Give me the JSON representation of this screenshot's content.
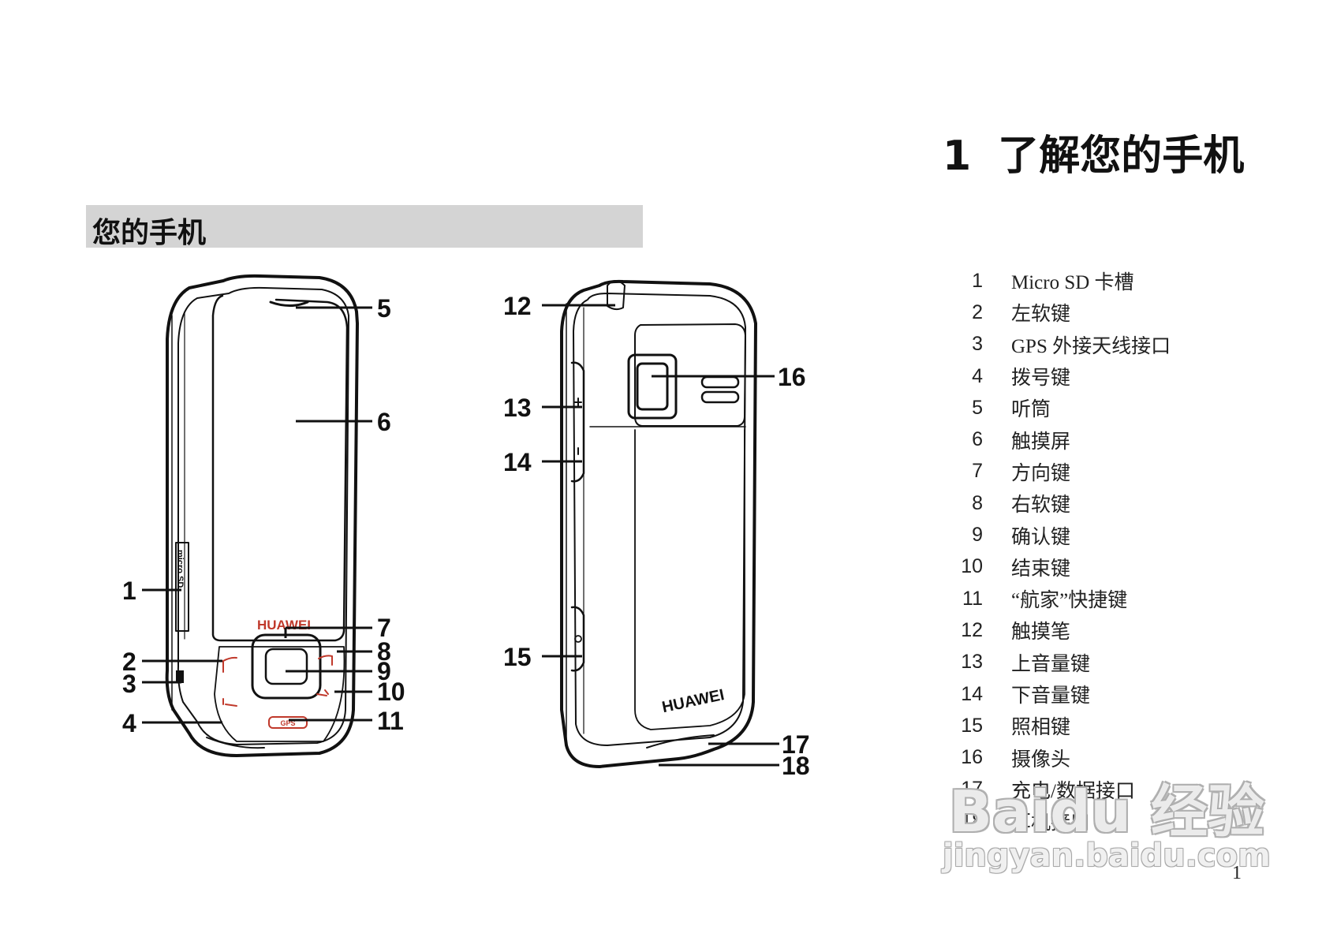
{
  "chapter": {
    "number": "1",
    "title": "了解您的手机"
  },
  "section": {
    "title": "您的手机"
  },
  "front_phone": {
    "brand": "HUAWEI",
    "sd_label": "micro SD",
    "gps_key": "GPS",
    "callouts": [
      "1",
      "2",
      "3",
      "4",
      "5",
      "6",
      "7",
      "8",
      "9",
      "10",
      "11"
    ]
  },
  "back_phone": {
    "brand": "HUAWEI",
    "callouts": [
      "12",
      "13",
      "14",
      "15",
      "16",
      "17",
      "18"
    ]
  },
  "legend": [
    {
      "num": "1",
      "label": "Micro SD  卡槽"
    },
    {
      "num": "2",
      "label": "左软键"
    },
    {
      "num": "3",
      "label": "GPS 外接天线接口"
    },
    {
      "num": "4",
      "label": "拨号键"
    },
    {
      "num": "5",
      "label": "听筒"
    },
    {
      "num": "6",
      "label": "触摸屏"
    },
    {
      "num": "7",
      "label": "方向键"
    },
    {
      "num": "8",
      "label": "右软键"
    },
    {
      "num": "9",
      "label": "确认键"
    },
    {
      "num": "10",
      "label": "结束键"
    },
    {
      "num": "11",
      "label": "“航家”快捷键"
    },
    {
      "num": "12",
      "label": "触摸笔"
    },
    {
      "num": "13",
      "label": "上音量键"
    },
    {
      "num": "14",
      "label": "下音量键"
    },
    {
      "num": "15",
      "label": "照相键"
    },
    {
      "num": "16",
      "label": "摄像头"
    },
    {
      "num": "17",
      "label": "充电/数据接口"
    },
    {
      "num": "18",
      "label": "耳机接口"
    }
  ],
  "page_number": "1",
  "watermark": {
    "brand": "Baidu 经验",
    "url": "jingyan.baidu.com"
  }
}
